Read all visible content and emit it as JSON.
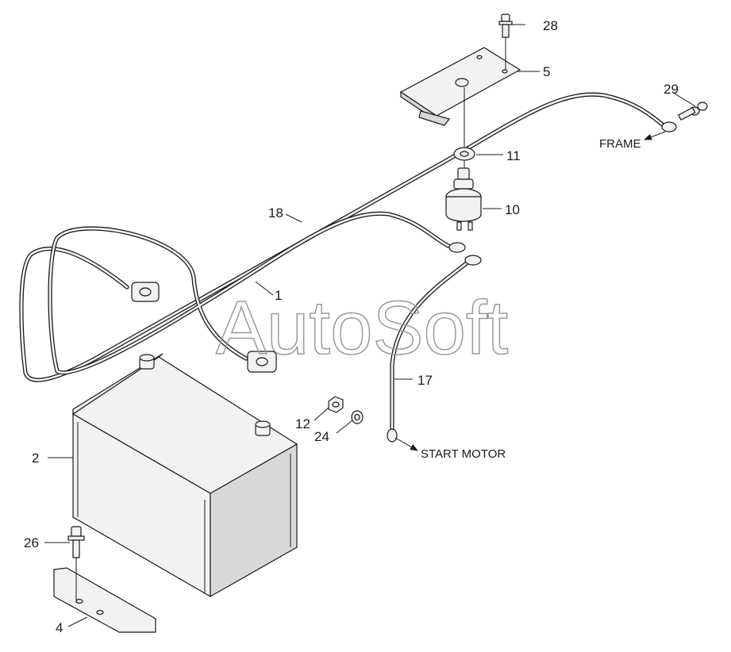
{
  "watermark": "AutoSoft",
  "callouts": {
    "c1": "1",
    "c2": "2",
    "c4": "4",
    "c5": "5",
    "c10": "10",
    "c11": "11",
    "c12": "12",
    "c17": "17",
    "c18": "18",
    "c24": "24",
    "c26": "26",
    "c28": "28",
    "c29": "29"
  },
  "annotations": {
    "frame": "FRAME",
    "start_motor": "START MOTOR"
  }
}
